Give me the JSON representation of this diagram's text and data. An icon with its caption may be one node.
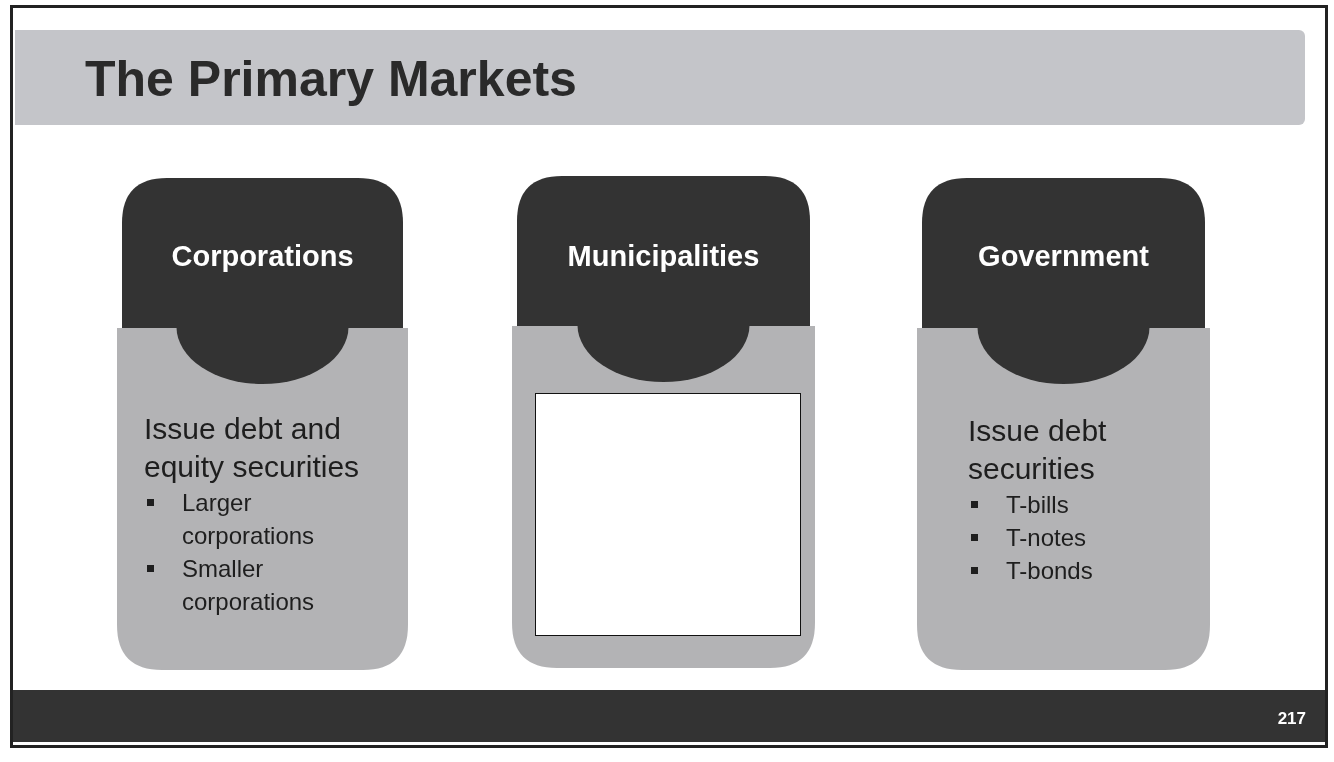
{
  "diagram": {
    "title": "The Primary Markets",
    "nodes": [
      {
        "text": [
          "Corporations",
          "Issue debt and equity securities",
          "Larger corporations",
          "Smaller corporations"
        ]
      },
      {
        "text": [
          "Municipalities"
        ]
      },
      {
        "text": [],
        "shape": "box",
        "in": 1
      },
      {
        "text": [
          "Government",
          "Issue debt securities",
          "T-bills",
          "T-notes",
          "T-bonds"
        ]
      }
    ],
    "edges": [],
    "labels": [
      "217"
    ]
  }
}
